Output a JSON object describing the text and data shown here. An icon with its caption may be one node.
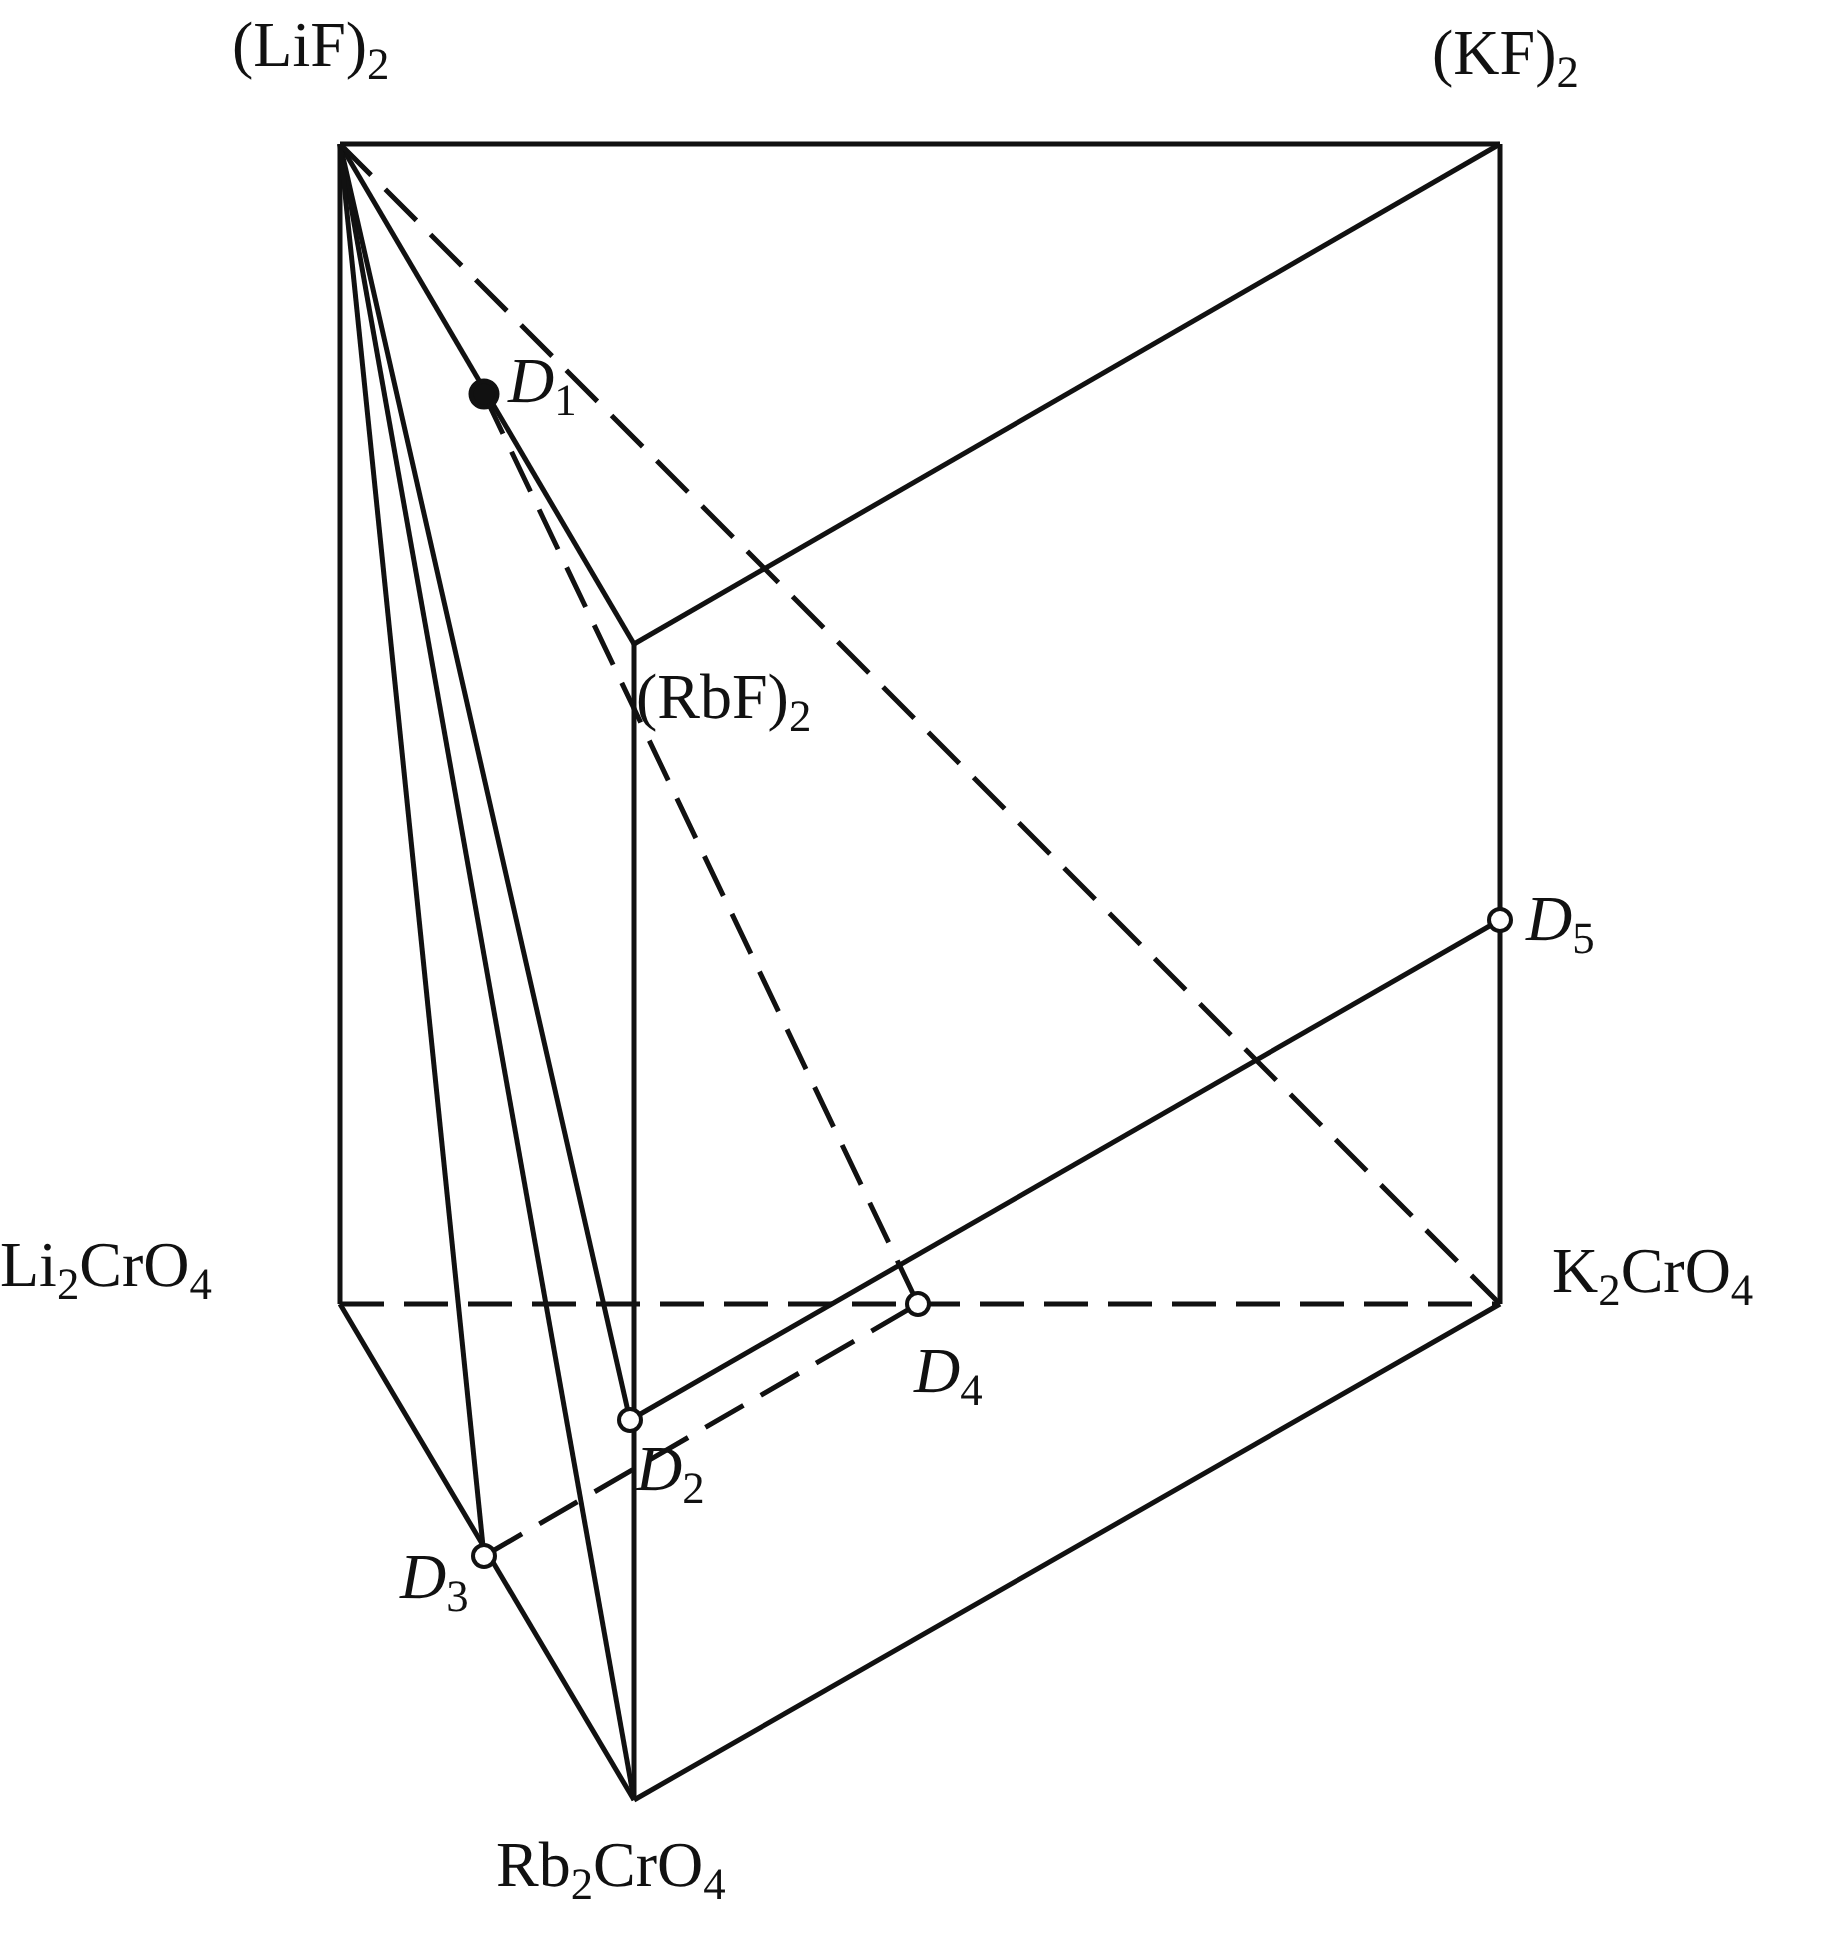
{
  "diagram": {
    "labels": [
      "(LiF)$_{2}$",
      "(KF)$_{2}$",
      "*D*$_{1}$",
      "(RbF)$_{2}$",
      "*D*$_{5}$",
      "Li$_{2}$CrO$_{4}$",
      "K$_{2}$CrO$_{4}$",
      "*D*$_{4}$",
      "*D*$_{2}$",
      "*D*$_{3}$",
      "Rb$_{2}$CrO$_{4}$"
    ]
  }
}
